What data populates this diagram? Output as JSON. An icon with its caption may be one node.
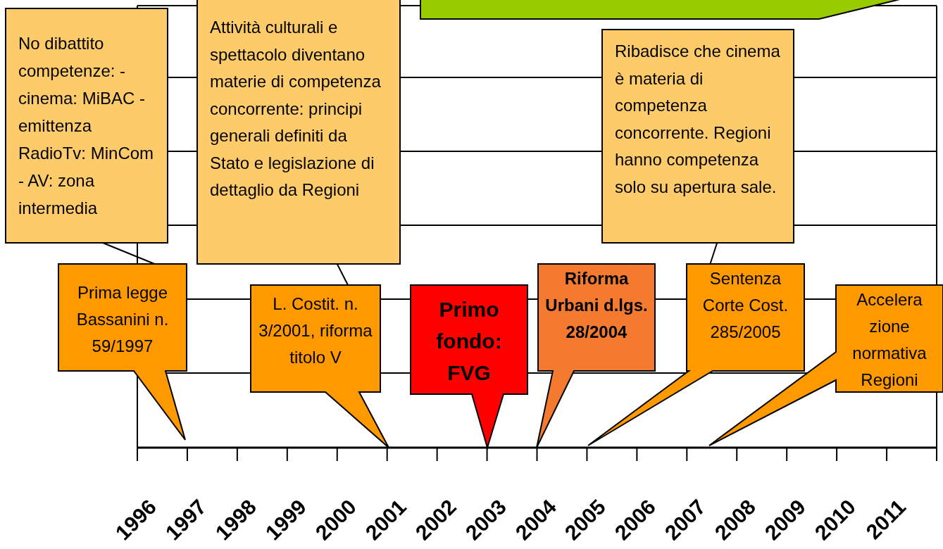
{
  "diagram": {
    "nodes": [
      {
        "text": [
          "No dibattito competenze: - cinema: MiBAC - emittenza RadioTv: MinCom - AV: zona intermedia"
        ]
      },
      {
        "text": [
          "Attività culturali e spettacolo diventano materie di competenza concorrente: principi generali definiti da Stato e legislazione di dettaglio da Regioni"
        ]
      },
      {
        "text": [
          "Ribadisce che cinema è materia di competenza concorrente. Regioni hanno competenza solo su apertura sale."
        ]
      },
      {
        "text": [],
        "shape": "box"
      },
      {
        "text": [
          "Prima legge Bassanini n. 59/1997"
        ]
      },
      {
        "text": [
          "L. Costit. n. 3/2001, riforma titolo V"
        ]
      },
      {
        "text": [
          "Primo fondo: FVG"
        ]
      },
      {
        "text": [
          "Riforma Urbani d.lgs. 28/2004"
        ]
      },
      {
        "text": [
          "Sentenza Corte Cost. 285/2005"
        ]
      },
      {
        "text": [
          "Accelera zione normativa Regioni"
        ]
      }
    ],
    "edges": [
      {
        "from": 0,
        "to": 4,
        "arrow": "none"
      },
      {
        "from": 1,
        "to": 5,
        "arrow": "none"
      },
      {
        "from": 2,
        "to": 8,
        "arrow": "none"
      }
    ],
    "labels": [
      "1996",
      "1997",
      "1998",
      "1999",
      "2000",
      "2001",
      "2002",
      "2003",
      "2004",
      "2005",
      "2006",
      "2007",
      "2008",
      "2009",
      "2010",
      "2011"
    ]
  }
}
